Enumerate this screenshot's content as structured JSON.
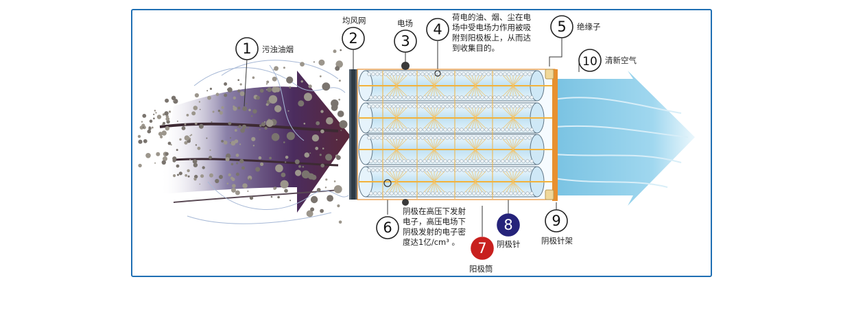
{
  "colors": {
    "frame_border": "#1f6fb3",
    "smoke_arrow": "#4b2c5e",
    "clean_arrow": "#62b8dd",
    "anode_tube": "#dff0fa",
    "electrode_yellow": "#f3b23a",
    "rack_orange": "#e8902f",
    "marker_7_fill": "#c8201e",
    "marker_8_fill": "#25237a"
  },
  "labels": {
    "l1": "污浊油烟",
    "l2": "均风网",
    "l3": "电场",
    "l4": "荷电的油、烟、尘在电\n场中受电场力作用被吸\n附到阳极板上，从而达\n到收集目的。",
    "l5": "绝缘子",
    "l10": "清新空气",
    "l6": "阴极在高压下发射\n电子，高压电场下\n阴极发射的电子密\n度达1亿/cm³ 。",
    "l7": "阳极筒",
    "l8": "阴极针",
    "l9": "阴极针架"
  },
  "markers": {
    "m1": "1",
    "m2": "2",
    "m3": "3",
    "m4": "4",
    "m5": "5",
    "m6": "6",
    "m7": "7",
    "m8": "8",
    "m9": "9",
    "m10": "10"
  }
}
